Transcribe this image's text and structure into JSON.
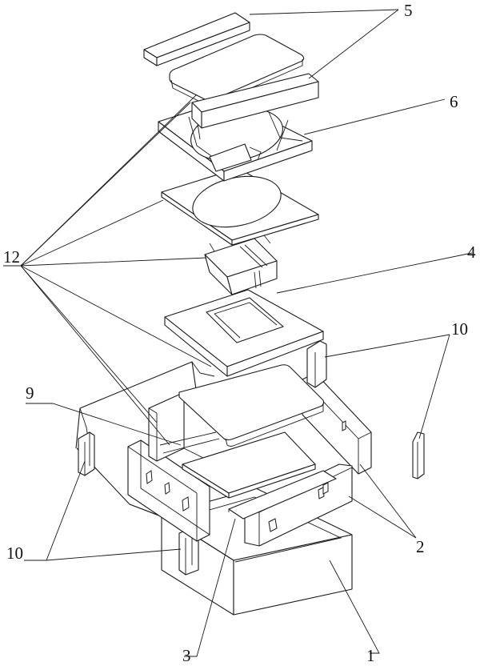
{
  "labels": {
    "l1": "1",
    "l2": "2",
    "l3": "3",
    "l4": "4",
    "l5": "5",
    "l6": "6",
    "l9": "9",
    "l10a": "10",
    "l10b": "10",
    "l12": "12"
  },
  "colors": {
    "line": "#1a1a1a",
    "paper": "#ffffff"
  }
}
